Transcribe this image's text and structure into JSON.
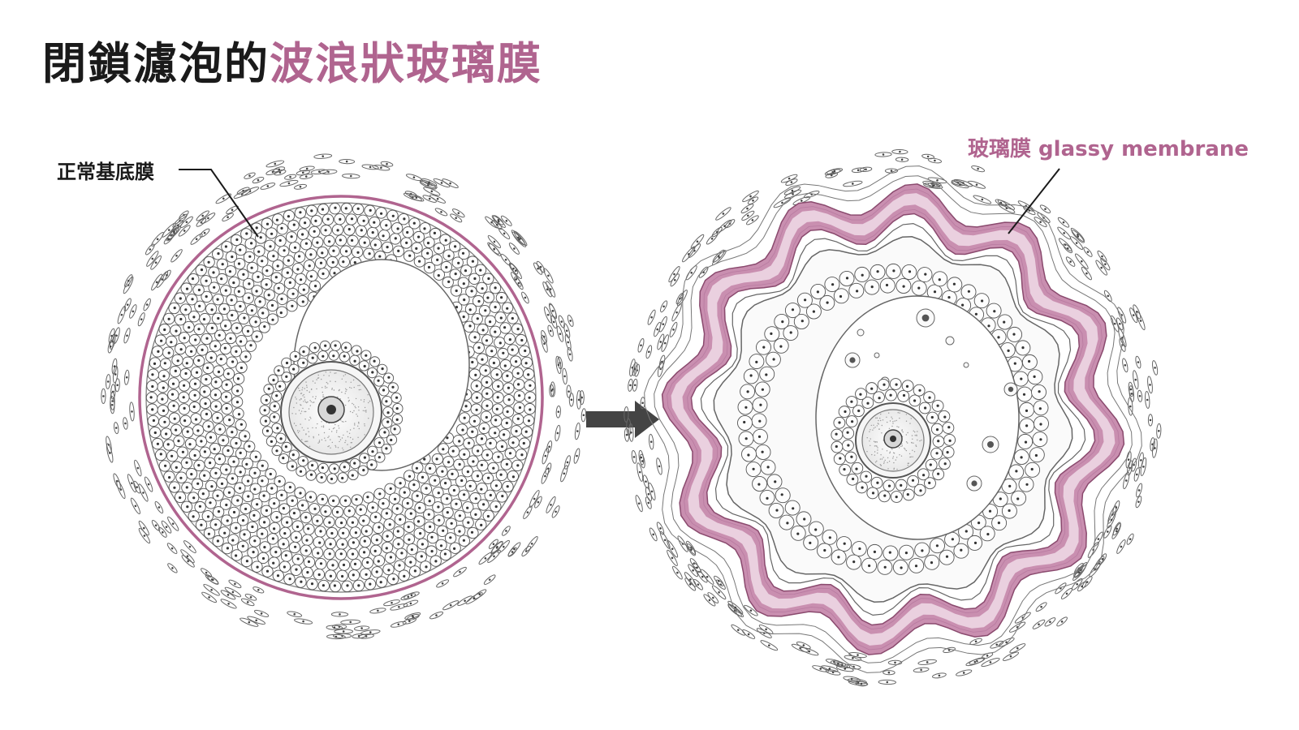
{
  "title": {
    "prefix": "閉鎖濾泡的",
    "highlight": "波浪狀玻璃膜"
  },
  "labels": {
    "normal_basement_membrane": "正常基底膜",
    "glassy_membrane": "玻璃膜 glassy membrane"
  },
  "colors": {
    "ink": "#1a1a1a",
    "accent": "#b0648f",
    "membrane_fill": "#c98fb0",
    "membrane_light": "#ead0df",
    "cell_stroke": "#555555",
    "arrow": "#444444"
  }
}
